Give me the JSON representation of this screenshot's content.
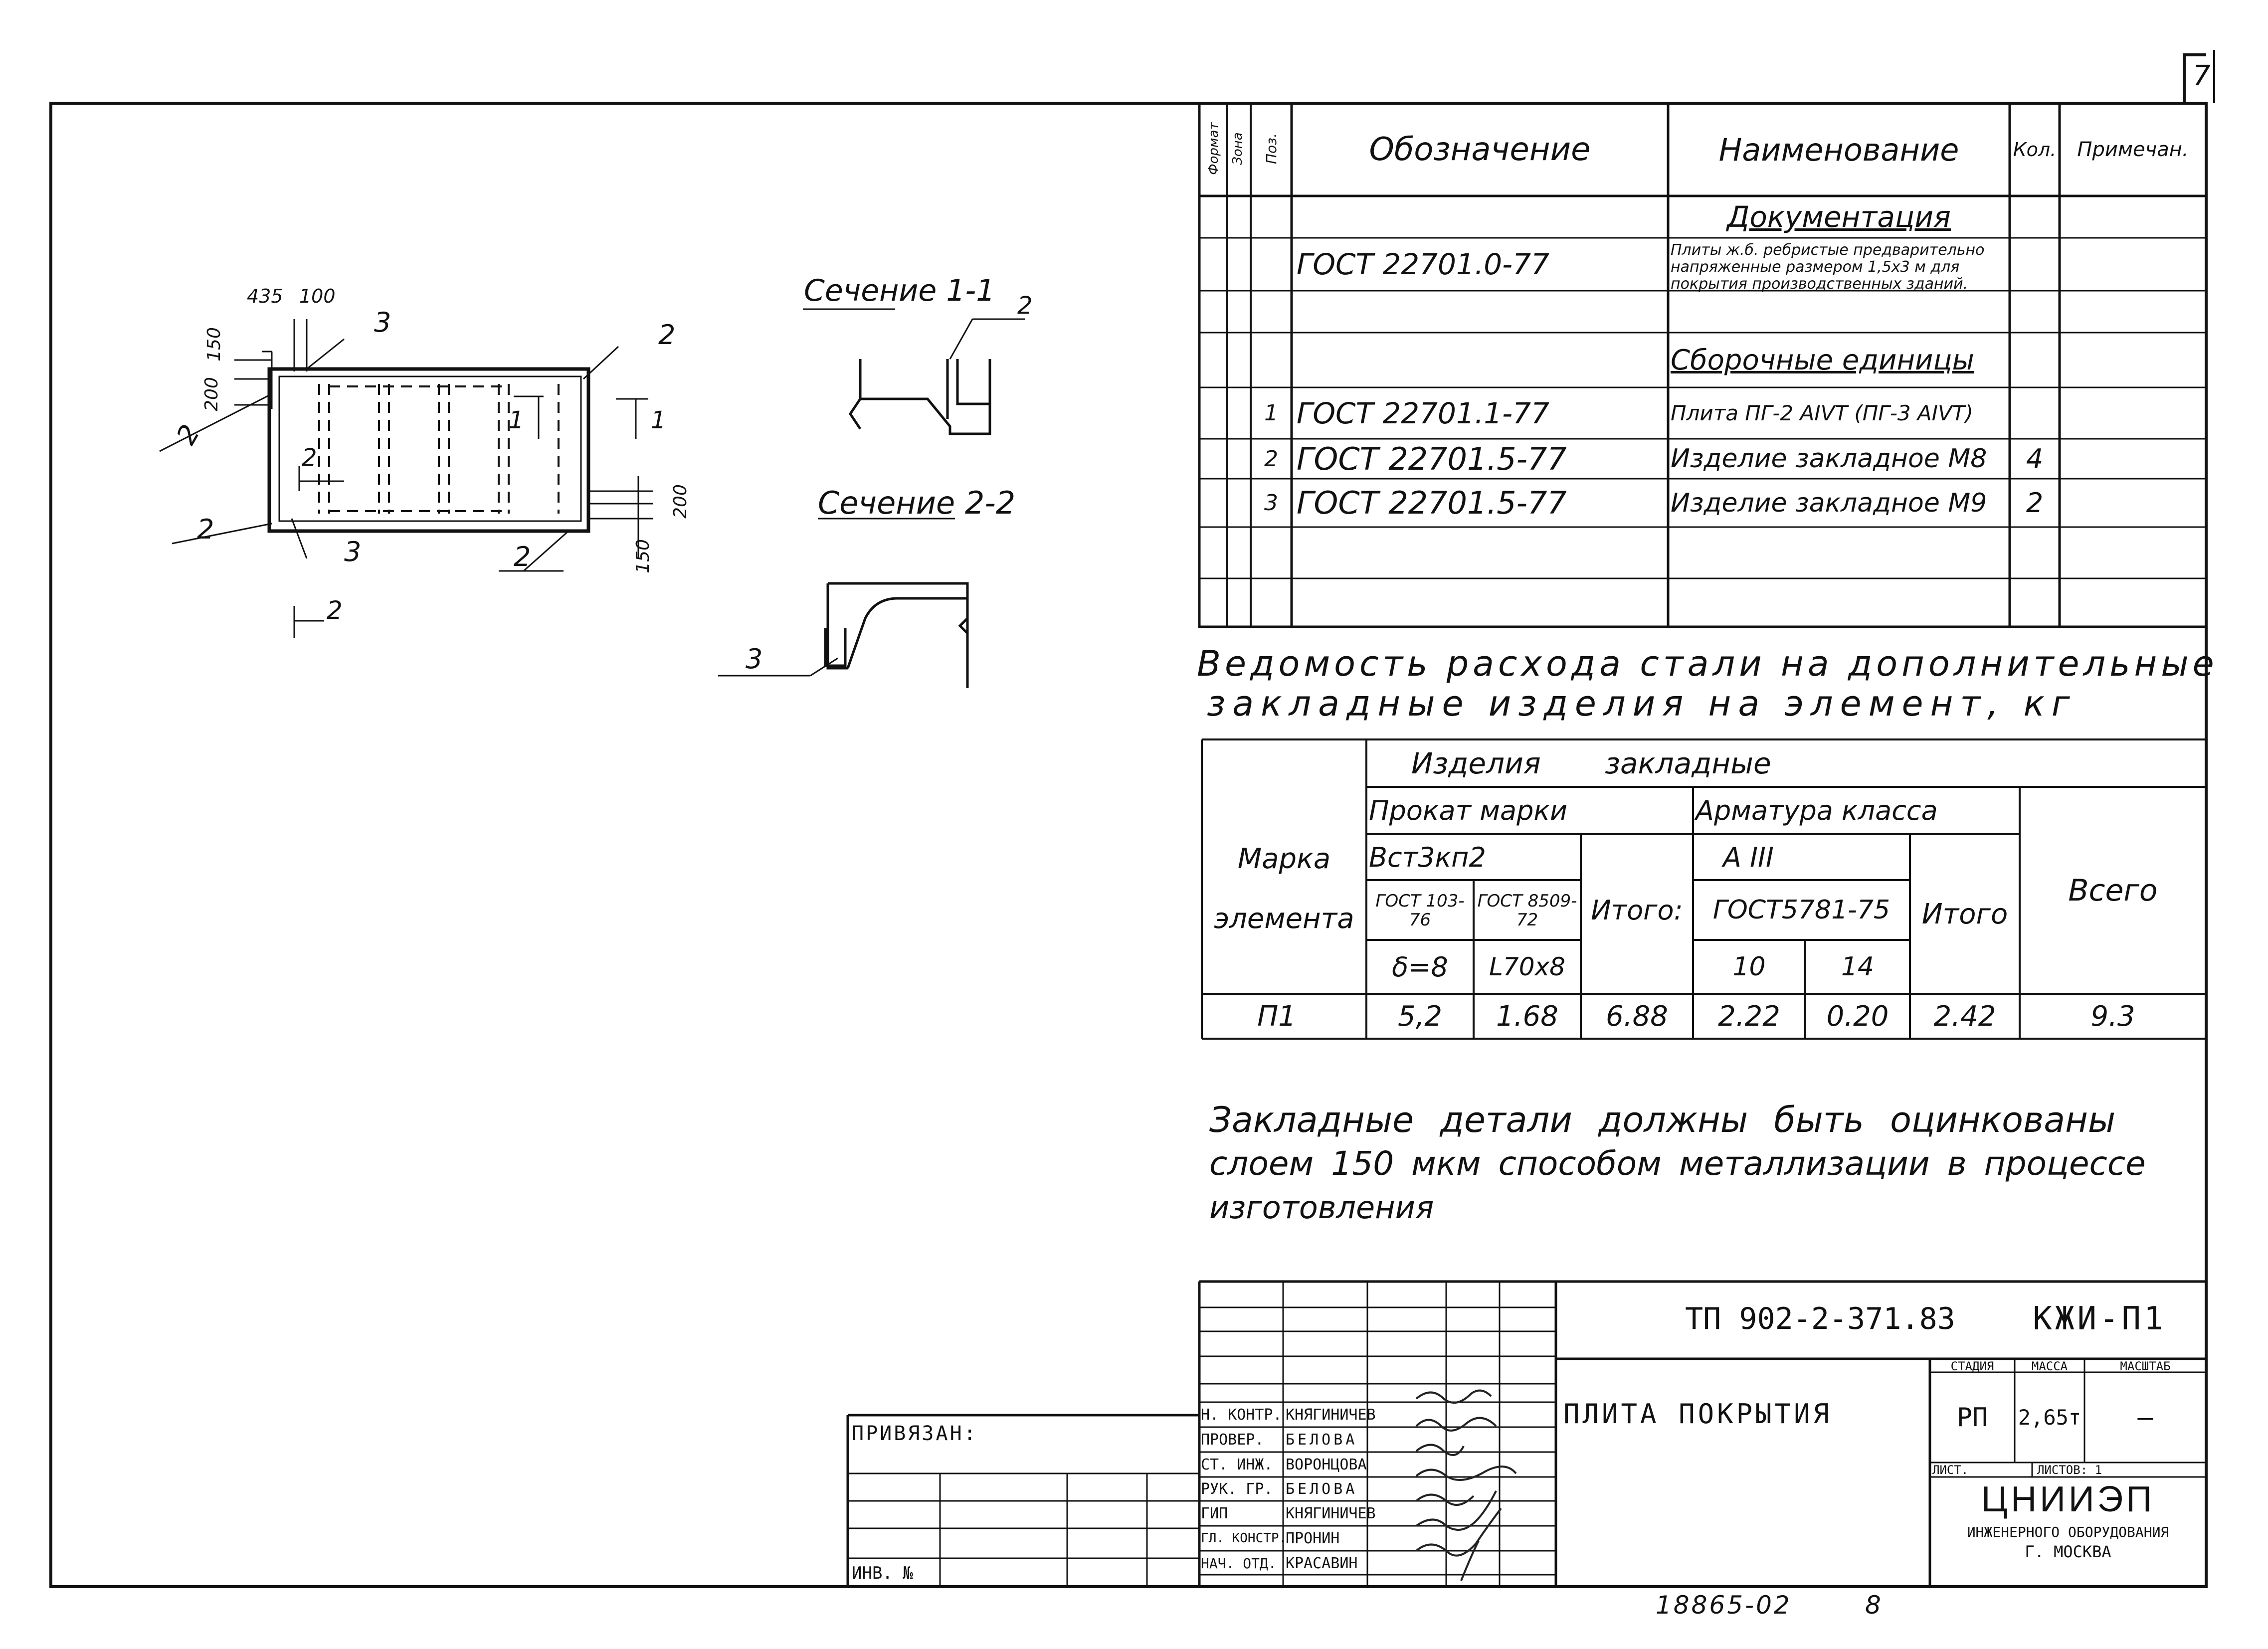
{
  "sheet_number": "7",
  "spec": {
    "header": {
      "format": "Формат",
      "zone": "Зона",
      "pos": "Поз.",
      "designation": "Обозначение",
      "name": "Наименование",
      "qty": "Кол.",
      "note": "Примечан."
    },
    "rows": [
      {
        "pos": "",
        "designation": "",
        "name": "Документация",
        "qty": ""
      },
      {
        "pos": "",
        "designation": "ГОСТ 22701.0-77",
        "name": "Плиты ж.б. ребристые предварительно напряженные размером 1,5х3 м для покрытия производственных зданий.",
        "qty": ""
      },
      {
        "pos": "",
        "designation": "",
        "name": "Сборочные единицы",
        "qty": ""
      },
      {
        "pos": "1",
        "designation": "ГОСТ 22701.1-77",
        "name": "Плита ПГ-2 АIVТ (ПГ-3 АIVТ)",
        "qty": ""
      },
      {
        "pos": "2",
        "designation": "ГОСТ 22701.5-77",
        "name": "Изделие закладное М8",
        "qty": "4"
      },
      {
        "pos": "3",
        "designation": "ГОСТ 22701.5-77",
        "name": "Изделие закладное М9",
        "qty": "2"
      }
    ]
  },
  "drawing": {
    "dims": {
      "d435": "435",
      "d100": "100",
      "d150a": "150",
      "d200a": "200",
      "d200b": "200",
      "d150b": "150"
    },
    "labels": {
      "l3a": "3",
      "l2a": "2",
      "l2b": "2",
      "l2c": "2",
      "l3b": "3",
      "l2d": "2",
      "l1a": "1",
      "l1b": "1",
      "l2e": "2",
      "l2f": "2"
    },
    "section1": "Сечение 1-1",
    "section1_label": "2",
    "section2": "Сечение 2-2",
    "section2_label": "3"
  },
  "steel": {
    "title_line1": "Ведомость расхода стали на дополнительные",
    "title_line2": "закладные изделия на элемент, кг",
    "h_products": "Изделия закладные",
    "h_rolled": "Прокат марки",
    "h_rebar": "Арматура класса",
    "h_mark": "Марка элемента",
    "h_steel": "Вст3кп2",
    "h_class": "А III",
    "h_gost1": "ГОСТ 103-76",
    "h_gost2": "ГОСТ 8509-72",
    "h_total1": "Итого:",
    "h_gost3": "ГОСТ5781-75",
    "h_total2": "Итого",
    "h_all": "Всего",
    "h_delta": "δ=8",
    "h_angle": "L70х8",
    "h_d10": "10",
    "h_d14": "14",
    "row": {
      "mark": "П1",
      "v1": "5,2",
      "v2": "1.68",
      "t1": "6.88",
      "v3": "2.22",
      "v4": "0.20",
      "t2": "2.42",
      "all": "9.3"
    }
  },
  "note": {
    "line1": "Закладные детали должны быть оцинкованы",
    "line2": "слоем 150 мкм способом металлизации в процессе",
    "line3": "изготовления"
  },
  "titleblock": {
    "code": "ТП 902-2-371.83",
    "mark": "КЖИ-П1",
    "title": "Плита покрытия",
    "stage_h": "Стадия",
    "mass_h": "Масса",
    "scale_h": "Масштаб",
    "stage": "РП",
    "mass": "2,65т",
    "scale": "–",
    "sheet": "Лист.",
    "sheets": "Листов: 1",
    "org": "ЦНИИЭП",
    "org2": "инженерного оборудования",
    "org3": "г. Москва",
    "people": [
      {
        "role": "Н. контр.",
        "name": "Княгиничев"
      },
      {
        "role": "Провер.",
        "name": "Белова"
      },
      {
        "role": "Ст. инж.",
        "name": "Воронцова"
      },
      {
        "role": "Рук. гр.",
        "name": "Белова"
      },
      {
        "role": "ГИП",
        "name": "Княгиничев"
      },
      {
        "role": "Гл. констр.",
        "name": "Пронин"
      },
      {
        "role": "Нач. отд.",
        "name": "Красавин"
      }
    ],
    "privyazan": "Привязан:",
    "inv": "Инв. №"
  },
  "footer": {
    "number": "18865-02",
    "copy": "8"
  }
}
